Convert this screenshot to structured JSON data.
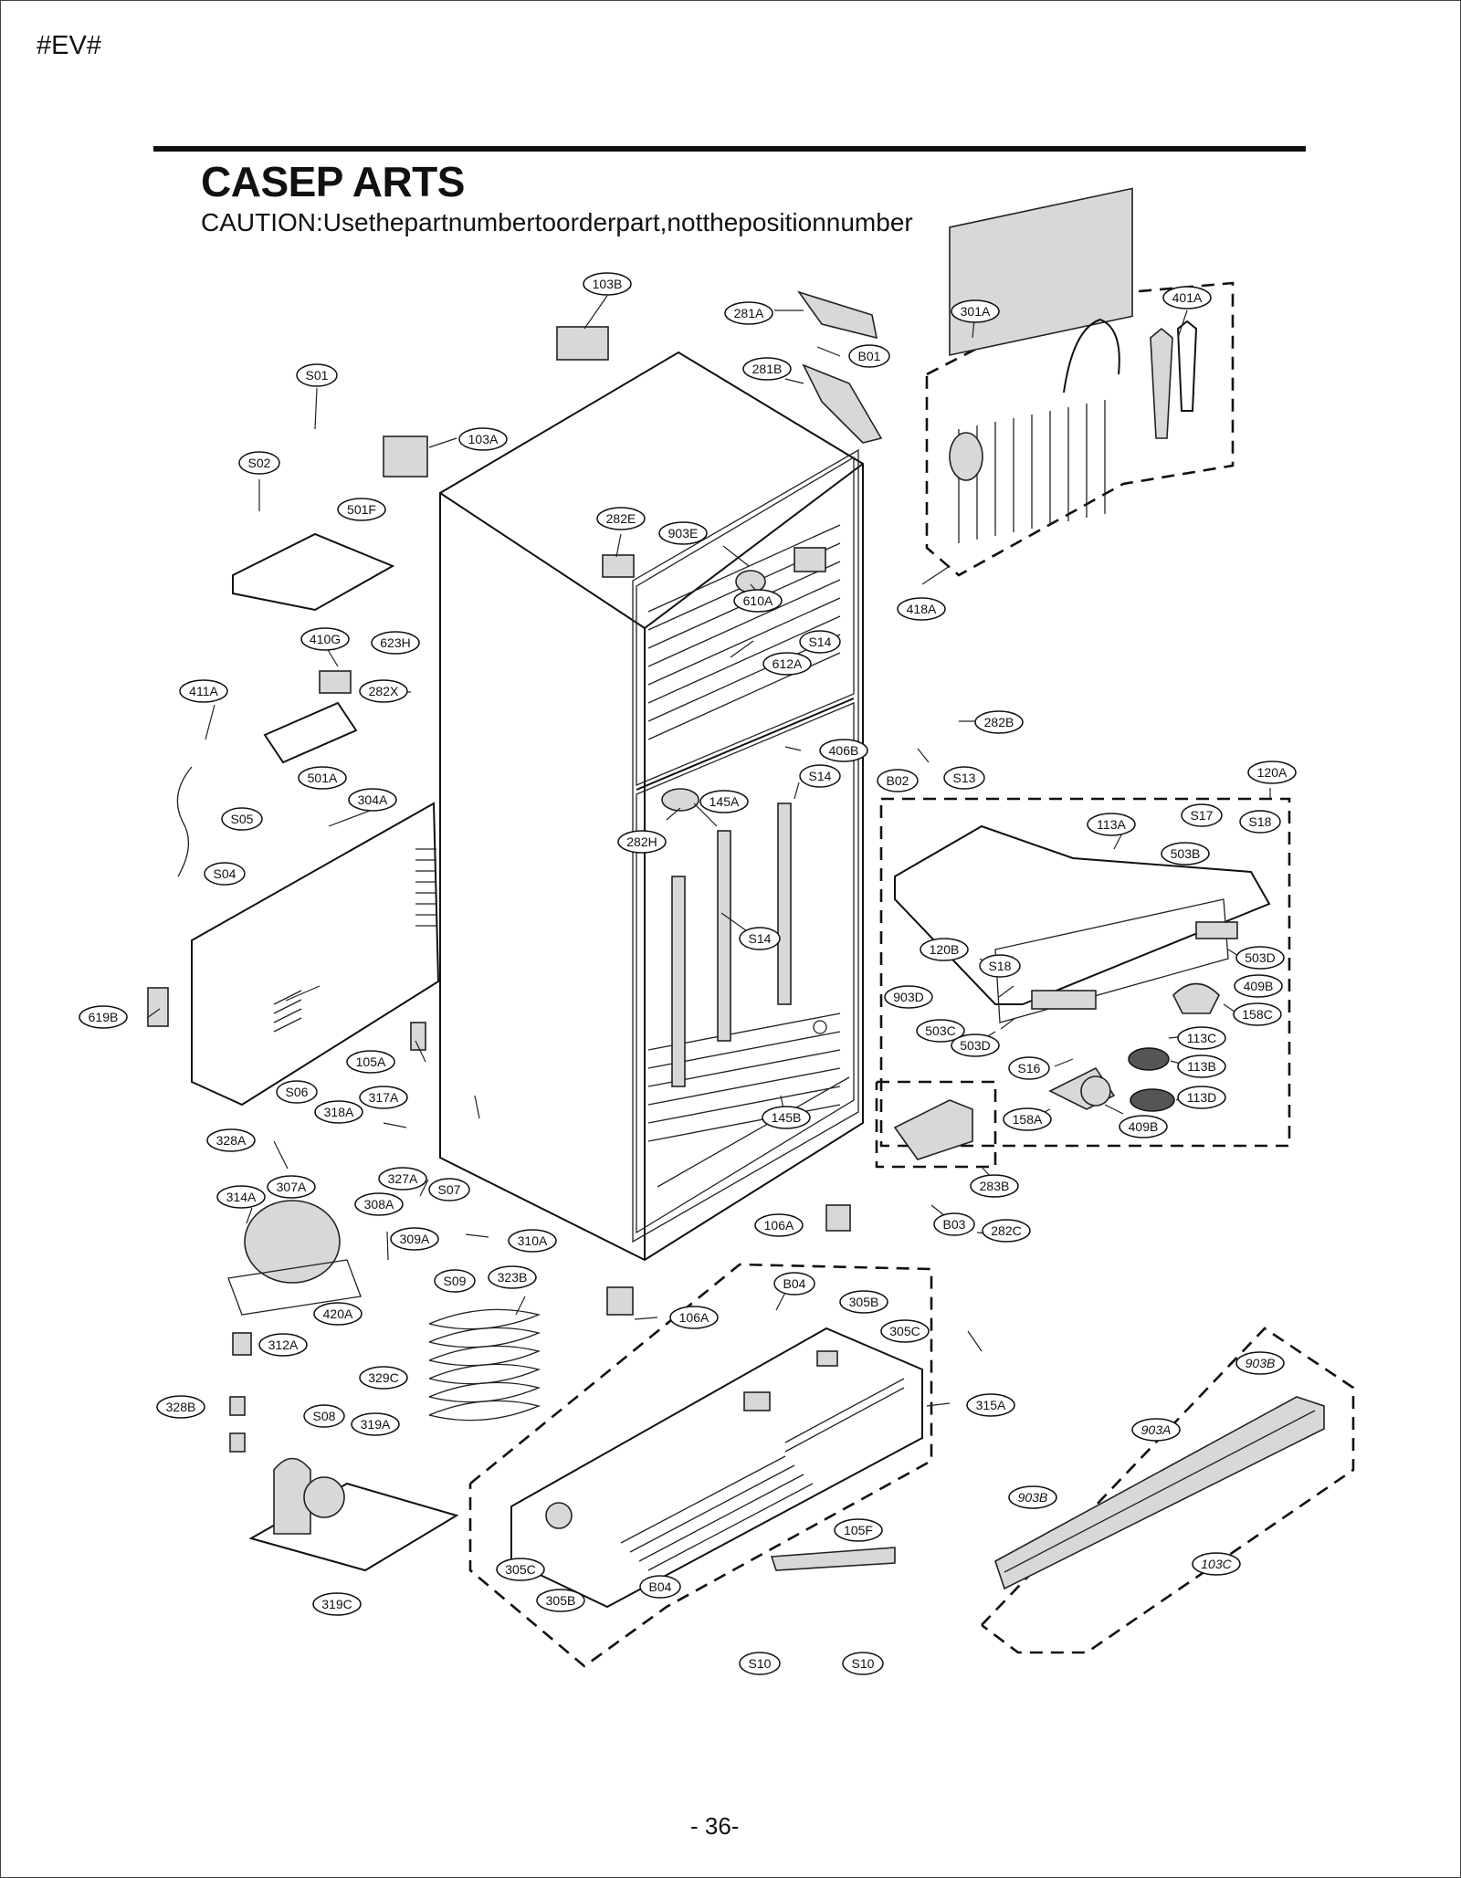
{
  "header_tag": "#EV#",
  "title": "CASEP ARTS",
  "caution": "CAUTION:Usethepartnumbertoorderpart,notthepositionnumber",
  "caution_suffix": ".",
  "page_number": "- 36-",
  "labels": [
    "103B",
    "281A",
    "B01",
    "301A",
    "401A",
    "S01",
    "103A",
    "281B",
    "S02",
    "501F",
    "282E",
    "903E",
    "610A",
    "418A",
    "410G",
    "623H",
    "S14",
    "612A",
    "411A",
    "282X",
    "282B",
    "501A",
    "406B",
    "B02",
    "S13",
    "120A",
    "S14",
    "304A",
    "145A",
    "S05",
    "282H",
    "113A",
    "S17",
    "S18",
    "503B",
    "S04",
    "S14",
    "120B",
    "S18",
    "503D",
    "903D",
    "409B",
    "619B",
    "158C",
    "503C",
    "503D",
    "113C",
    "105A",
    "S16",
    "113B",
    "S06",
    "317A",
    "318A",
    "113D",
    "145B",
    "158A",
    "409B",
    "328A",
    "327A",
    "S07",
    "283B",
    "314A",
    "307A",
    "308A",
    "106A",
    "B03",
    "282C",
    "310A",
    "309A",
    "323B",
    "S09",
    "B04",
    "305B",
    "106A",
    "420A",
    "305C",
    "312A",
    "329C",
    "903B",
    "315A",
    "328B",
    "S08",
    "319A",
    "903A",
    "903B",
    "105F",
    "305C",
    "B04",
    "305B",
    "103C",
    "319C",
    "S10",
    "S10"
  ],
  "italic_labels": [
    "903B",
    "903A",
    "903B",
    "103C"
  ]
}
